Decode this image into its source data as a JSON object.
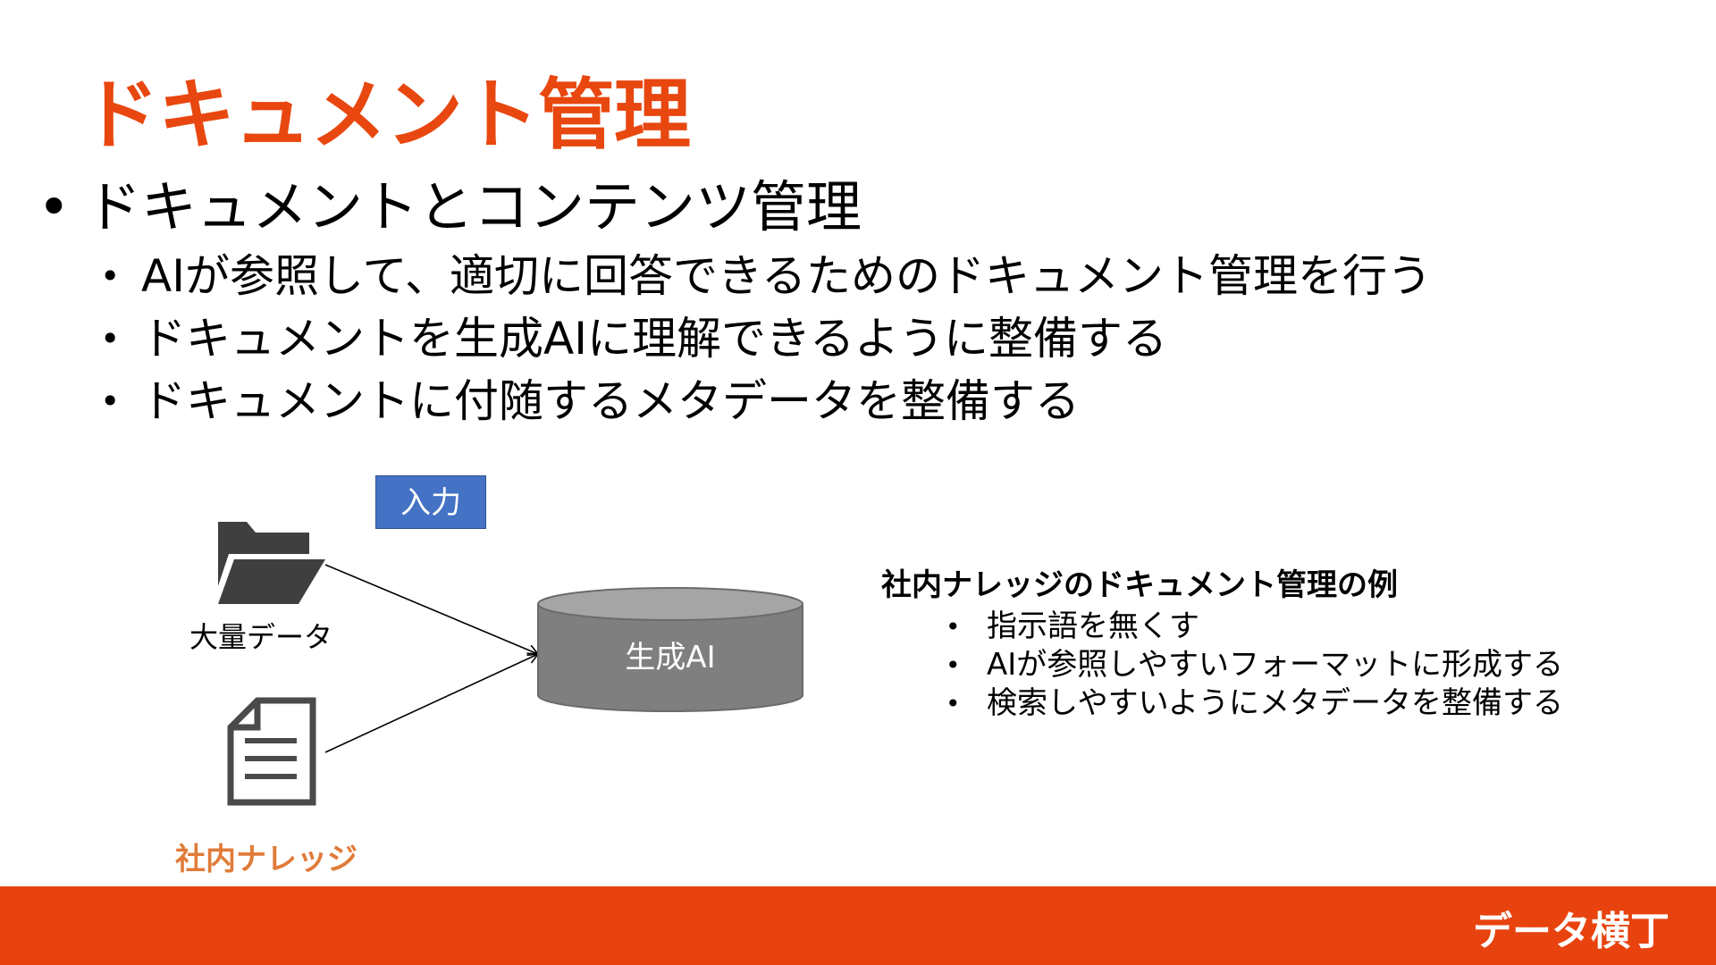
{
  "slide": {
    "title": "ドキュメント管理",
    "main_bullet": "ドキュメントとコンテンツ管理",
    "sub_bullets": [
      "AIが参照して、適切に回答できるためのドキュメント管理を行う",
      "ドキュメントを生成AIに理解できるように整備する",
      "ドキュメントに付随するメタデータを整備する"
    ]
  },
  "diagram": {
    "input_label": "入力",
    "data_label": "大量データ",
    "ai_label": "生成AI",
    "knowledge_label": "社内ナレッジ",
    "folder_icon": "folder-open-icon",
    "document_icon": "document-icon",
    "database_shape": "cylinder",
    "colors": {
      "input_box": "#4472c4",
      "cylinder": "#7f7f7f",
      "knowledge": "#e07b39"
    }
  },
  "example": {
    "title": "社内ナレッジのドキュメント管理の例",
    "items": [
      "指示語を無くす",
      "AIが参照しやすいフォーマットに形成する",
      "検索しやすいようにメタデータを整備する"
    ]
  },
  "footer": {
    "logo": "データ横丁",
    "color": "#e8430e"
  },
  "colors": {
    "title": "#e8470f"
  }
}
